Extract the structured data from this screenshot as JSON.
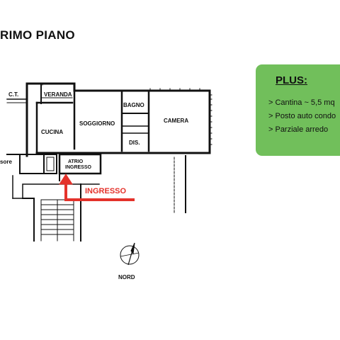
{
  "header": {
    "title": "RIMO PIANO"
  },
  "plan": {
    "rooms": {
      "veranda": "VERANDA",
      "ct": "C.T.",
      "cucina": "CUCINA",
      "soggiorno": "SOGGIORNO",
      "bagno": "BAGNO",
      "dis": "DIS.",
      "camera": "CAMERA",
      "atrio_line1": "ATRIO",
      "atrio_line2": "INGRESSO",
      "ascensore_partial": "sore"
    },
    "entrance_label": "INGRESSO",
    "compass_label": "NORD",
    "colors": {
      "entrance_arrow": "#e4322b",
      "walls": "#111111"
    }
  },
  "plus": {
    "title": "PLUS:",
    "items": [
      "> Cantina ~ 5,5 mq",
      "> Posto auto condo",
      "> Parziale arredo"
    ],
    "background": "#71bf5b"
  }
}
